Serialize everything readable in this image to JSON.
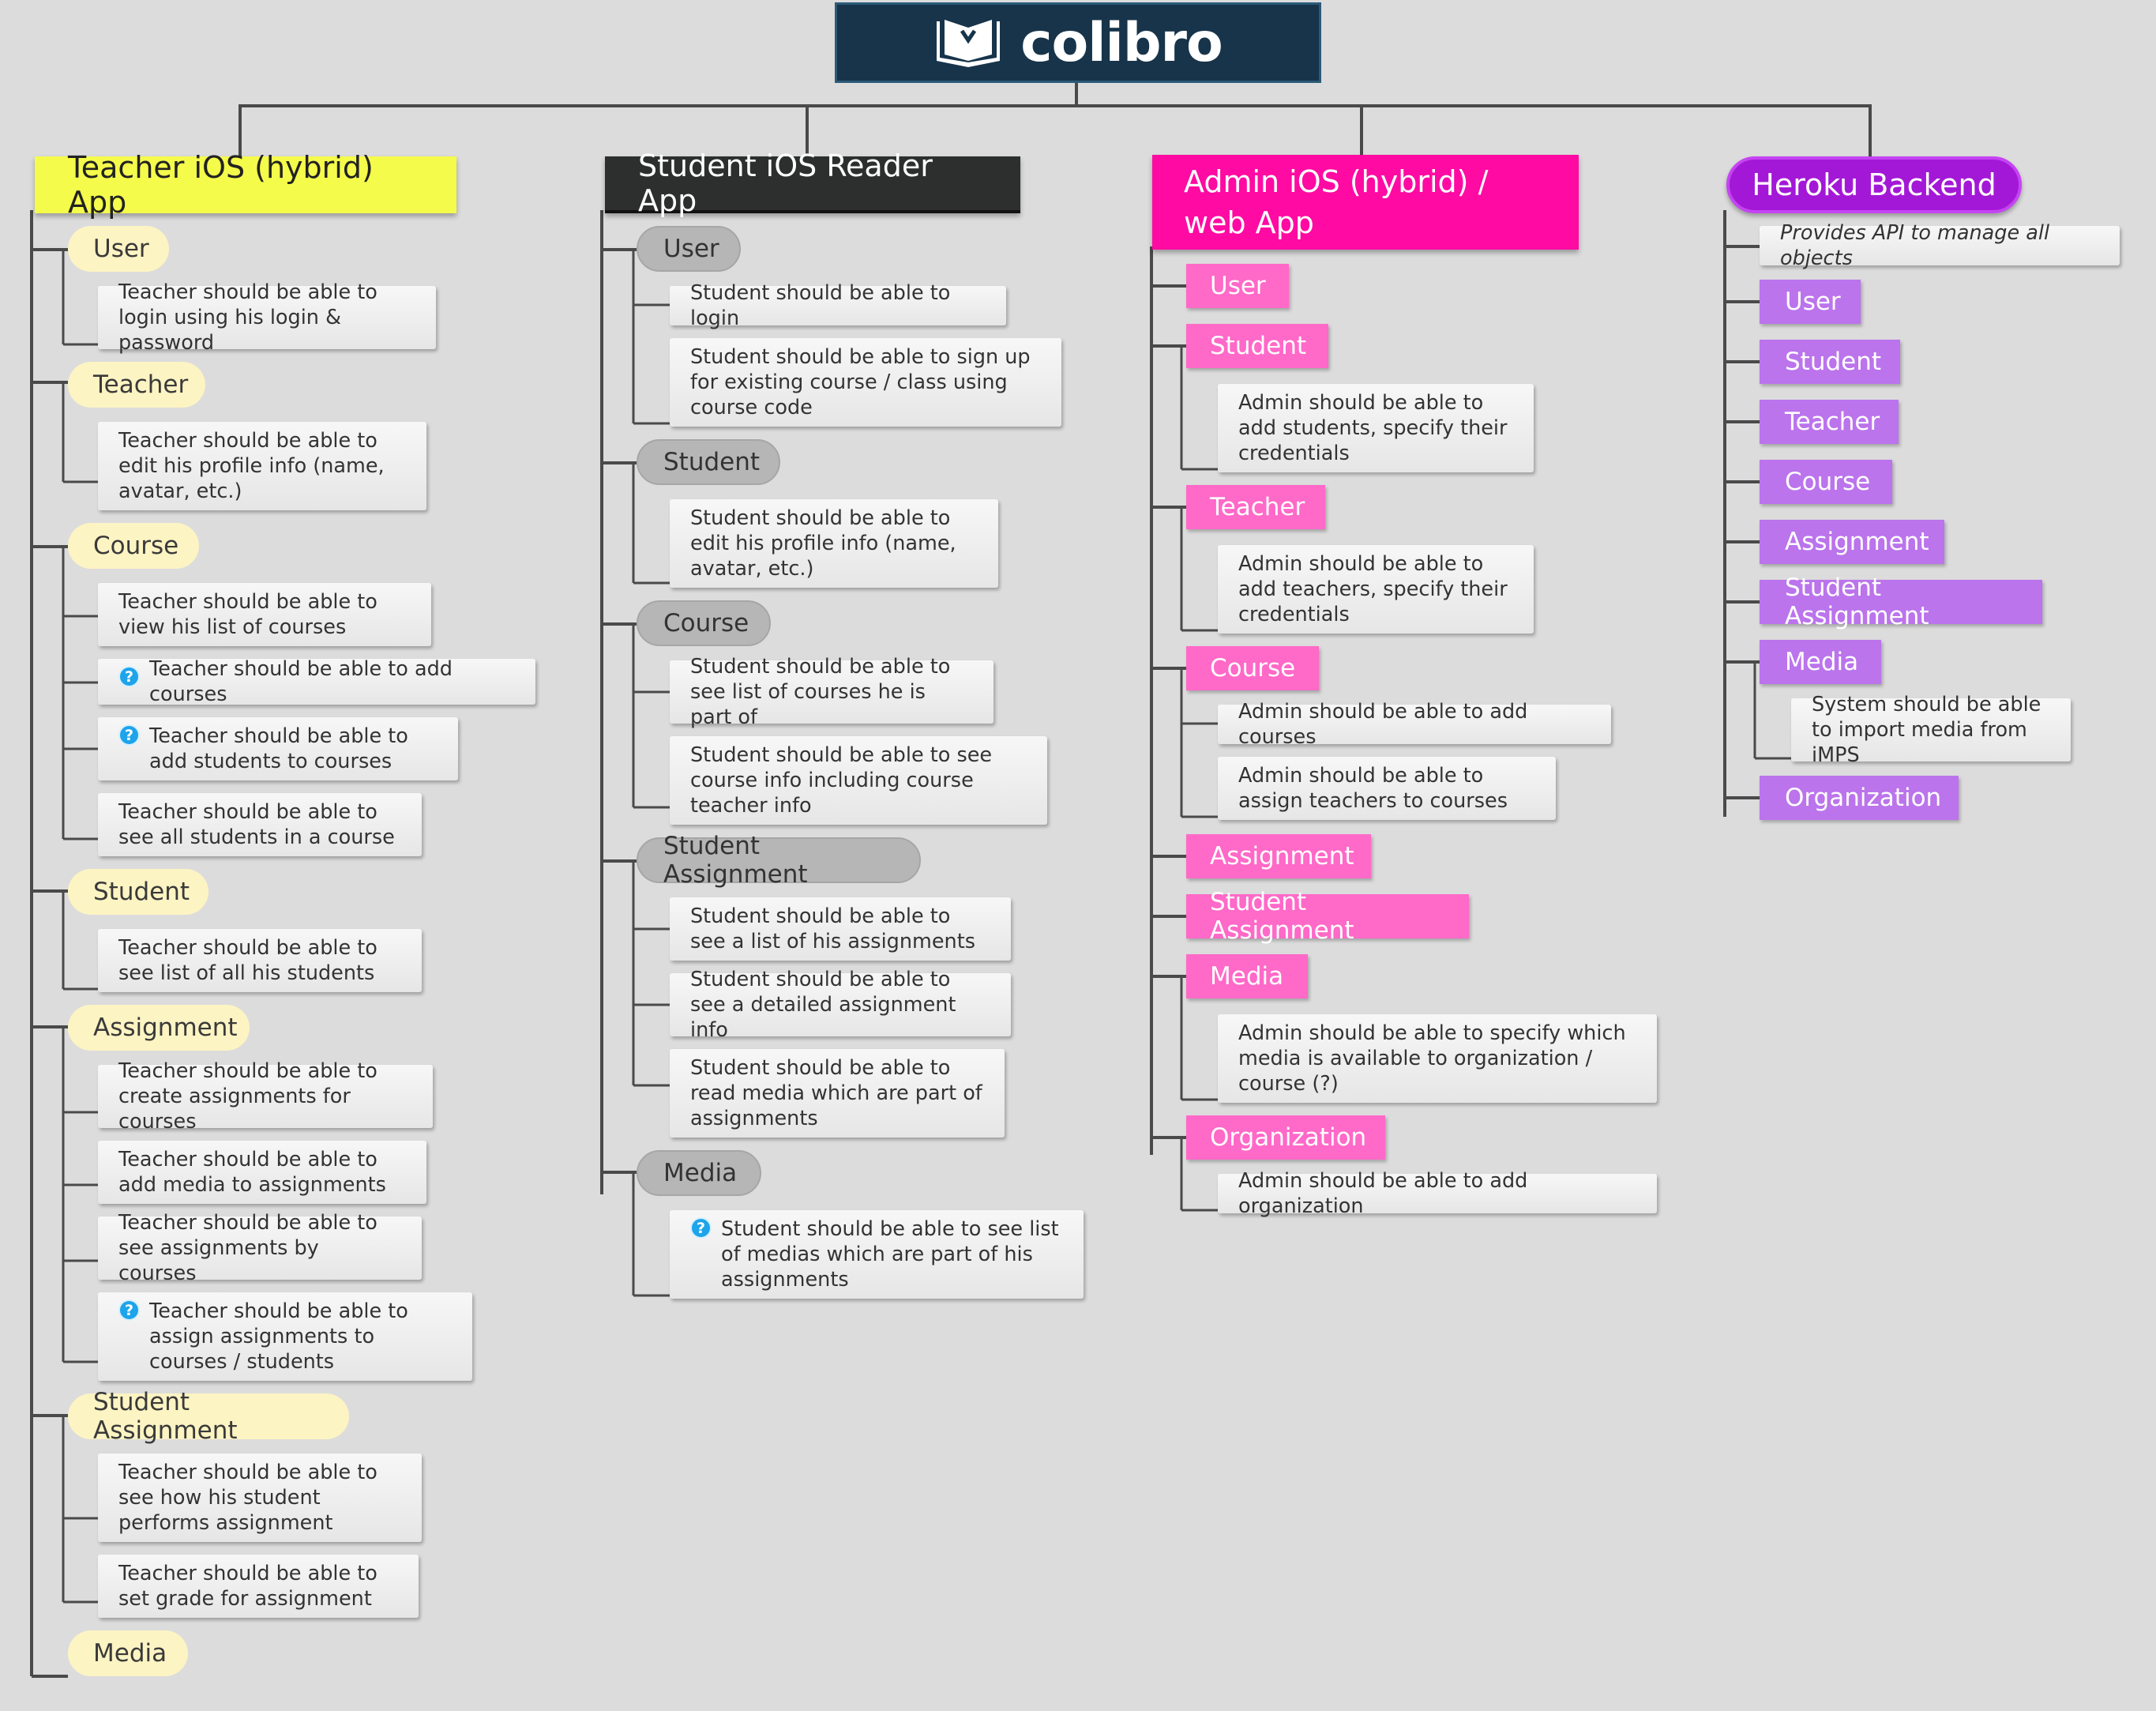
{
  "root": {
    "logo_icon": "book-logo-icon",
    "label": "colibro",
    "color": "#17344a"
  },
  "branches": {
    "teacher": {
      "label": "Teacher iOS (hybrid) App",
      "color": "#f4fb4b",
      "groups": [
        {
          "label": "User",
          "items": [
            {
              "text": "Teacher should be able to login using his login & password",
              "question": false
            }
          ]
        },
        {
          "label": "Teacher",
          "items": [
            {
              "text": "Teacher should be able to edit his profile info (name, avatar, etc.)",
              "question": false
            }
          ]
        },
        {
          "label": "Course",
          "items": [
            {
              "text": "Teacher should be able to view his list of courses",
              "question": false
            },
            {
              "text": "Teacher should be able to add courses",
              "question": true
            },
            {
              "text": "Teacher should be able to add students to courses",
              "question": true
            },
            {
              "text": "Teacher should be able to see all students in a course",
              "question": false
            }
          ]
        },
        {
          "label": "Student",
          "items": [
            {
              "text": "Teacher should be able to see list of all his students",
              "question": false
            }
          ]
        },
        {
          "label": "Assignment",
          "items": [
            {
              "text": "Teacher should be able to create assignments for courses",
              "question": false
            },
            {
              "text": "Teacher should be able to add media to assignments",
              "question": false
            },
            {
              "text": "Teacher should be able to see assignments by courses",
              "question": false
            },
            {
              "text": "Teacher should be able to assign assignments to courses / students",
              "question": true
            }
          ]
        },
        {
          "label": "Student Assignment",
          "items": [
            {
              "text": "Teacher should be able to see how his student performs assignment",
              "question": false
            },
            {
              "text": "Teacher should be able to set grade for assignment",
              "question": false
            }
          ]
        },
        {
          "label": "Media",
          "items": []
        }
      ]
    },
    "student": {
      "label": "Student iOS Reader App",
      "color": "#2c2f2e",
      "groups": [
        {
          "label": "User",
          "items": [
            {
              "text": "Student should be able to login",
              "question": false
            },
            {
              "text": "Student should be able to sign up for existing course / class using course code",
              "question": false
            }
          ]
        },
        {
          "label": "Student",
          "items": [
            {
              "text": "Student should be able to edit his profile info (name, avatar, etc.)",
              "question": false
            }
          ]
        },
        {
          "label": "Course",
          "items": [
            {
              "text": "Student should be able to see list of courses he is part of",
              "question": false
            },
            {
              "text": "Student should be able to see course info including course teacher info",
              "question": false
            }
          ]
        },
        {
          "label": "Student Assignment",
          "items": [
            {
              "text": "Student should be able to see a list of his assignments",
              "question": false
            },
            {
              "text": "Student should be able to see a detailed assignment info",
              "question": false
            },
            {
              "text": "Student should be able to read media which are part of assignments",
              "question": false
            }
          ]
        },
        {
          "label": "Media",
          "items": [
            {
              "text": "Student should be able to see list of medias which are part of his assignments",
              "question": true
            }
          ]
        }
      ]
    },
    "admin": {
      "label": "Admin iOS (hybrid) / web App",
      "color": "#ff0aa2",
      "groups": [
        {
          "label": "User",
          "items": []
        },
        {
          "label": "Student",
          "items": [
            {
              "text": "Admin should be able to add students, specify their credentials",
              "question": false
            }
          ]
        },
        {
          "label": "Teacher",
          "items": [
            {
              "text": "Admin should be able to add teachers, specify their credentials",
              "question": false
            }
          ]
        },
        {
          "label": "Course",
          "items": [
            {
              "text": "Admin should be able to add courses",
              "question": false
            },
            {
              "text": "Admin should be able to assign teachers to courses",
              "question": false
            }
          ]
        },
        {
          "label": "Assignment",
          "items": []
        },
        {
          "label": "Student Assignment",
          "items": []
        },
        {
          "label": "Media",
          "items": [
            {
              "text": "Admin should be able to specify which media is available to organization / course (?)",
              "question": false
            }
          ]
        },
        {
          "label": "Organization",
          "items": [
            {
              "text": "Admin should be able to add organization",
              "question": false
            }
          ]
        }
      ]
    },
    "heroku": {
      "label": "Heroku Backend",
      "color": "#a318d6",
      "note": "Provides API to manage all objects",
      "groups": [
        {
          "label": "User",
          "items": []
        },
        {
          "label": "Student",
          "items": []
        },
        {
          "label": "Teacher",
          "items": []
        },
        {
          "label": "Course",
          "items": []
        },
        {
          "label": "Assignment",
          "items": []
        },
        {
          "label": "Student Assignment",
          "items": []
        },
        {
          "label": "Media",
          "items": [
            {
              "text": "System should be able to import media from iMPS",
              "question": false
            }
          ]
        },
        {
          "label": "Organization",
          "items": []
        }
      ]
    }
  },
  "question_icon": "question-mark-icon",
  "question_glyph": "?"
}
